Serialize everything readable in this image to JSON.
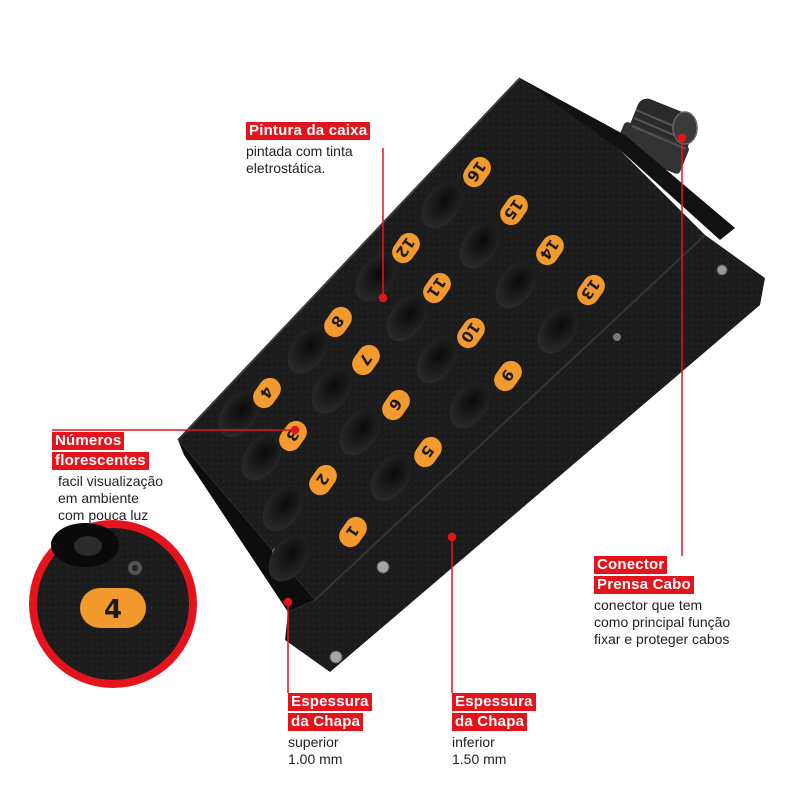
{
  "colors": {
    "accent_red": "#e5141c",
    "label_orange": "#f29a2e",
    "box_black": "#1c1c1c",
    "leader_red": "#e5141c"
  },
  "product": {
    "port_labels": [
      "1",
      "2",
      "3",
      "4",
      "5",
      "6",
      "7",
      "8",
      "9",
      "10",
      "11",
      "12",
      "13",
      "14",
      "15",
      "16"
    ]
  },
  "zoom_inset": {
    "label": "4"
  },
  "callouts": {
    "paint": {
      "title": "Pintura da caixa",
      "description": "pintada com tinta\neletrostática."
    },
    "numbers": {
      "title_line1": "Números",
      "title_line2": "florescentes",
      "description": "facil visualização\nem ambiente\ncom pouca luz"
    },
    "gland": {
      "title_line1": "Conector",
      "title_line2": "Prensa Cabo",
      "description": "conector que tem\ncomo principal função\nfixar e proteger cabos"
    },
    "sheet_top": {
      "title_line1": "Espessura",
      "title_line2": "da Chapa",
      "description": "superior\n1.00 mm"
    },
    "sheet_bottom": {
      "title_line1": "Espessura",
      "title_line2": "da Chapa",
      "description": "inferior\n1.50 mm"
    }
  }
}
